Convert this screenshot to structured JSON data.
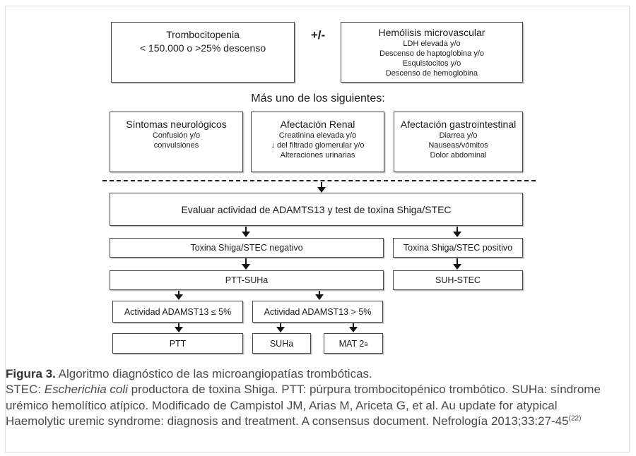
{
  "colors": {
    "box_border": "#464646",
    "arrow": "#141414",
    "frame_border": "#dcdcdc",
    "caption_text": "#4a4a4c",
    "flowchart_text": "#1c1c1c"
  },
  "flowchart": {
    "plus_minus": "+/-",
    "plus_one_label": "Más uno de los siguientes:",
    "thrombocytopenia": {
      "title": "Trombocitopenia",
      "line": "< 150.000 o >25% descenso"
    },
    "hemolysis": {
      "title": "Hemólisis microvascular",
      "lines": [
        "LDH elevada y/o",
        "Descenso de haptoglobina y/o",
        "Esquistocitos y/o",
        "Descenso de hemoglobina"
      ]
    },
    "neuro": {
      "title": "Síntomas neurológicos",
      "lines": [
        "Confusión y/o",
        "convulsiones"
      ]
    },
    "renal": {
      "title": "Afectación Renal",
      "lines": [
        "Creatinina elevada y/o",
        "↓ del filtrado glomerular y/o",
        "Alteraciones urinarias"
      ]
    },
    "gastro": {
      "title": "Afectación gastrointestinal",
      "lines": [
        "Diarrea y/o",
        "Nauseas/vómitos",
        "Dolor abdominal"
      ]
    },
    "evaluate": "Evaluar actividad de ADAMTS13 y test de toxina Shiga/STEC",
    "stec_negative": "Toxina Shiga/STEC negativo",
    "stec_positive": "Toxina Shiga/STEC positivo",
    "ptt_suha": "PTT-SUHa",
    "suh_stec": "SUH-STEC",
    "adamts_low": "Actividad ADAMST13 ≤ 5%",
    "adamts_high": "Actividad ADAMST13 > 5%",
    "ptt": "PTT",
    "suha": "SUHa",
    "mat_base": "MAT 2",
    "mat_sup": "a"
  },
  "figure": {
    "caption_label": "Figura 3.",
    "caption_title": " Algoritmo diagnóstico de las microangiopatías trombóticas.",
    "desc_pre_italic": "STEC: ",
    "desc_italic": "Escherichia coli",
    "desc_rest": " productora de toxina Shiga. PTT: púrpura trombocitopénico trombótico. SUHa: síndrome urémico hemolítico atípico. Modificado de Campistol JM, Arias M, Ariceta G, et al. Au update for atypical Haemolytic uremic syndrome: diagnosis and treatment. A consensus document. Nefrología 2013;33:27-45",
    "desc_superscript": "(22)"
  }
}
